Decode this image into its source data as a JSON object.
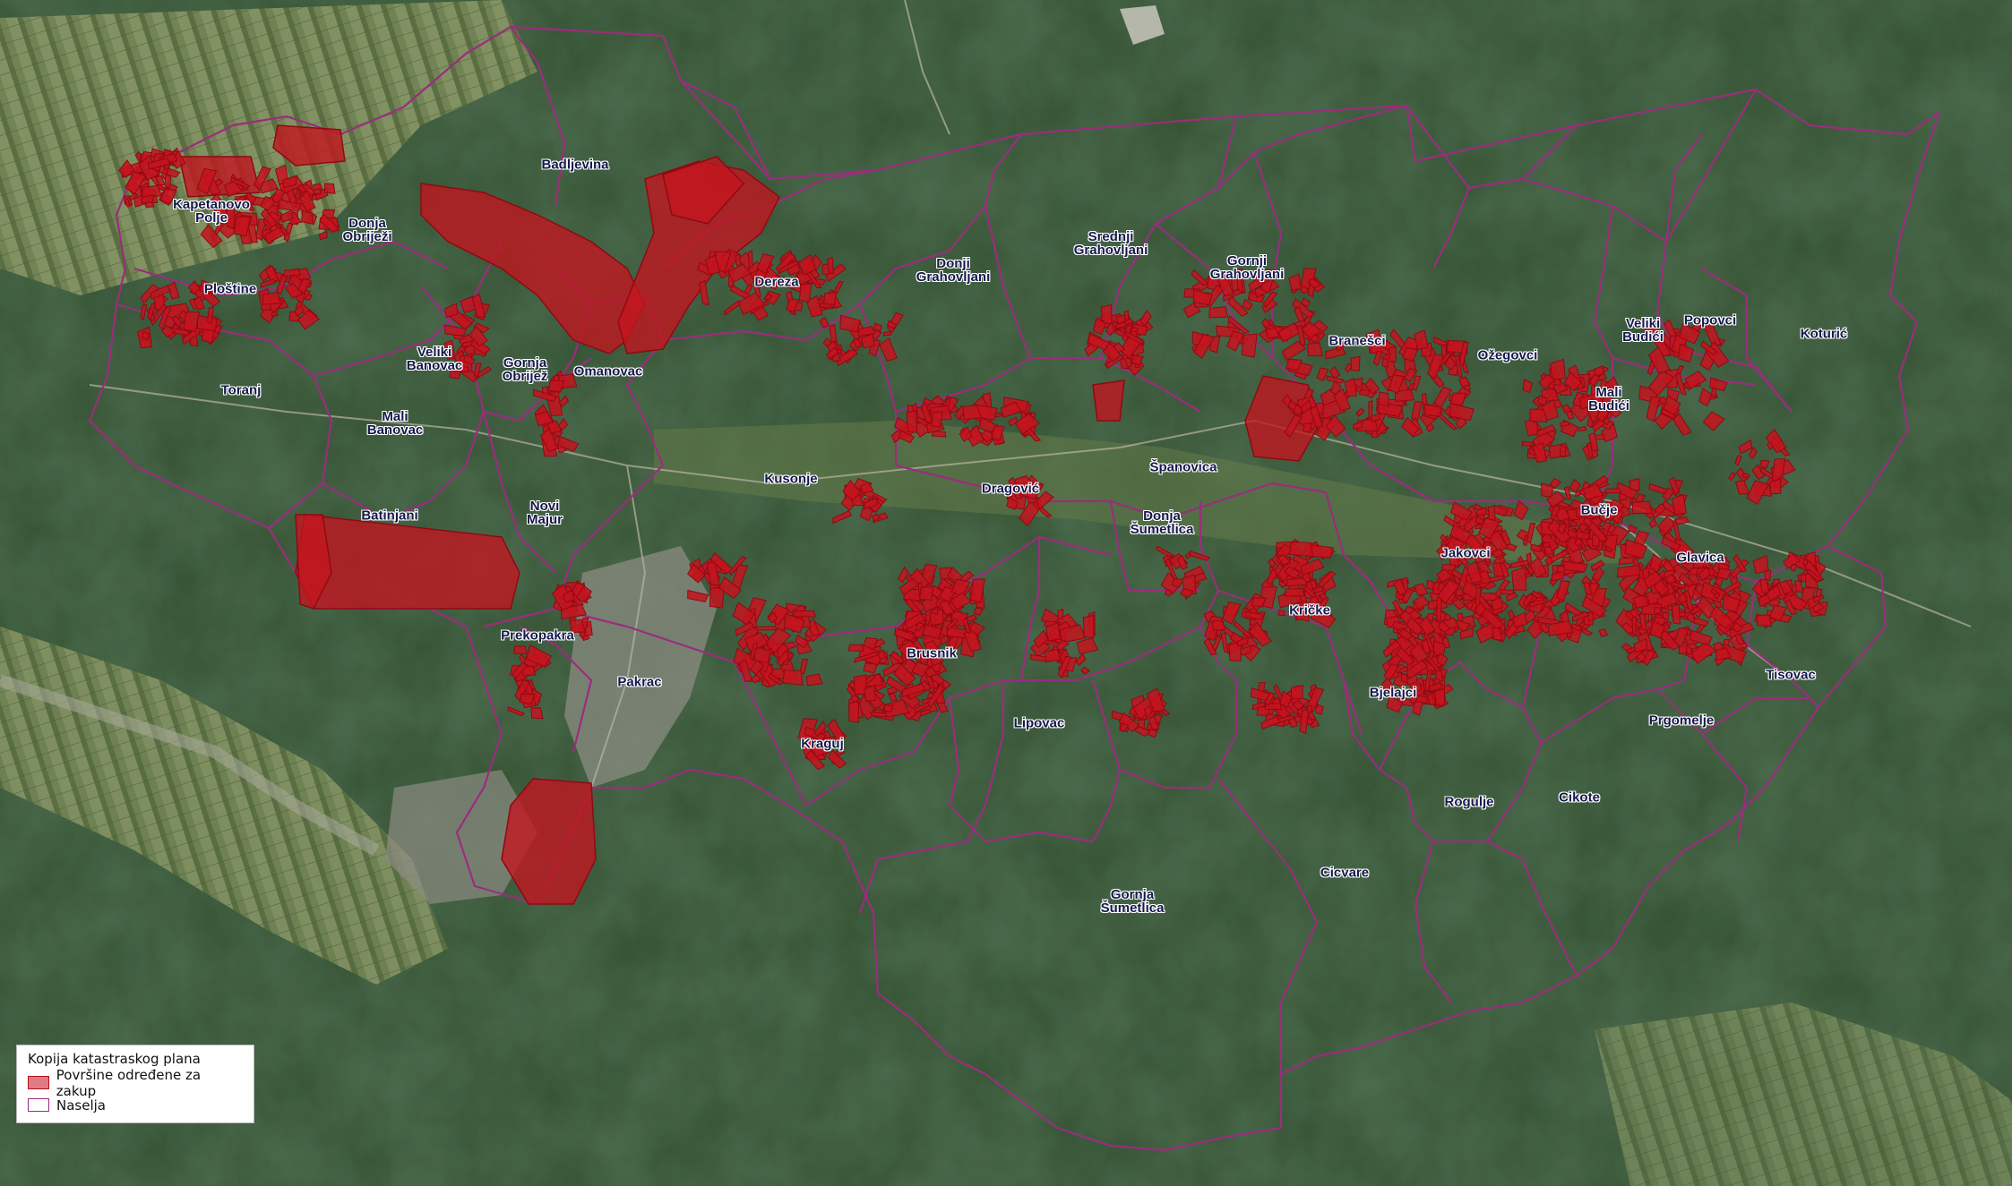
{
  "map": {
    "colors": {
      "imagery_base": "#33502f",
      "forest": "#264a2b",
      "farmland": "#6b7d4c",
      "urban": "#8b8c82",
      "settlement_border": "#9a2d7e",
      "parcel_fill": "#c4141f",
      "parcel_border": "#8f0a12",
      "label_text": "#15184a"
    },
    "settlements": [
      {
        "name": "Badljevina"
      },
      {
        "name": "Kapetanovo\nPolje"
      },
      {
        "name": "Donja\nObriježi"
      },
      {
        "name": "Ploštine"
      },
      {
        "name": "Toranj"
      },
      {
        "name": "Veliki\nBanovac"
      },
      {
        "name": "Gornja\nObrijež"
      },
      {
        "name": "Omanovac"
      },
      {
        "name": "Mali\nBanovac"
      },
      {
        "name": "Batinjani"
      },
      {
        "name": "Novi\nMajur"
      },
      {
        "name": "Dereza"
      },
      {
        "name": "Donji\nGrahovljani"
      },
      {
        "name": "Srednji\nGrahovljani"
      },
      {
        "name": "Gornji\nGrahovljani"
      },
      {
        "name": "Branešci"
      },
      {
        "name": "Ožegovci"
      },
      {
        "name": "Veliki\nBudići"
      },
      {
        "name": "Popovci"
      },
      {
        "name": "Koturić"
      },
      {
        "name": "Mali\nBudići"
      },
      {
        "name": "Kusonje"
      },
      {
        "name": "Dragović"
      },
      {
        "name": "Španovica"
      },
      {
        "name": "Donja\nŠumetlica"
      },
      {
        "name": "Bučje"
      },
      {
        "name": "Jakovci"
      },
      {
        "name": "Glavica"
      },
      {
        "name": "Kričke"
      },
      {
        "name": "Prekopakra"
      },
      {
        "name": "Pakrac"
      },
      {
        "name": "Brusnik"
      },
      {
        "name": "Kraguj"
      },
      {
        "name": "Lipovac"
      },
      {
        "name": "Bjelajci"
      },
      {
        "name": "Tisovac"
      },
      {
        "name": "Prgomelje"
      },
      {
        "name": "Rogulje"
      },
      {
        "name": "Cikote"
      },
      {
        "name": "Cicvare"
      },
      {
        "name": "Gornja\nŠumetlica"
      }
    ]
  },
  "legend": {
    "title": "Kopija katastraskog plana",
    "items": [
      {
        "label": "Površine određene za zakup",
        "icon": "parcel-swatch"
      },
      {
        "label": "Naselja",
        "icon": "settlement-swatch"
      }
    ]
  }
}
